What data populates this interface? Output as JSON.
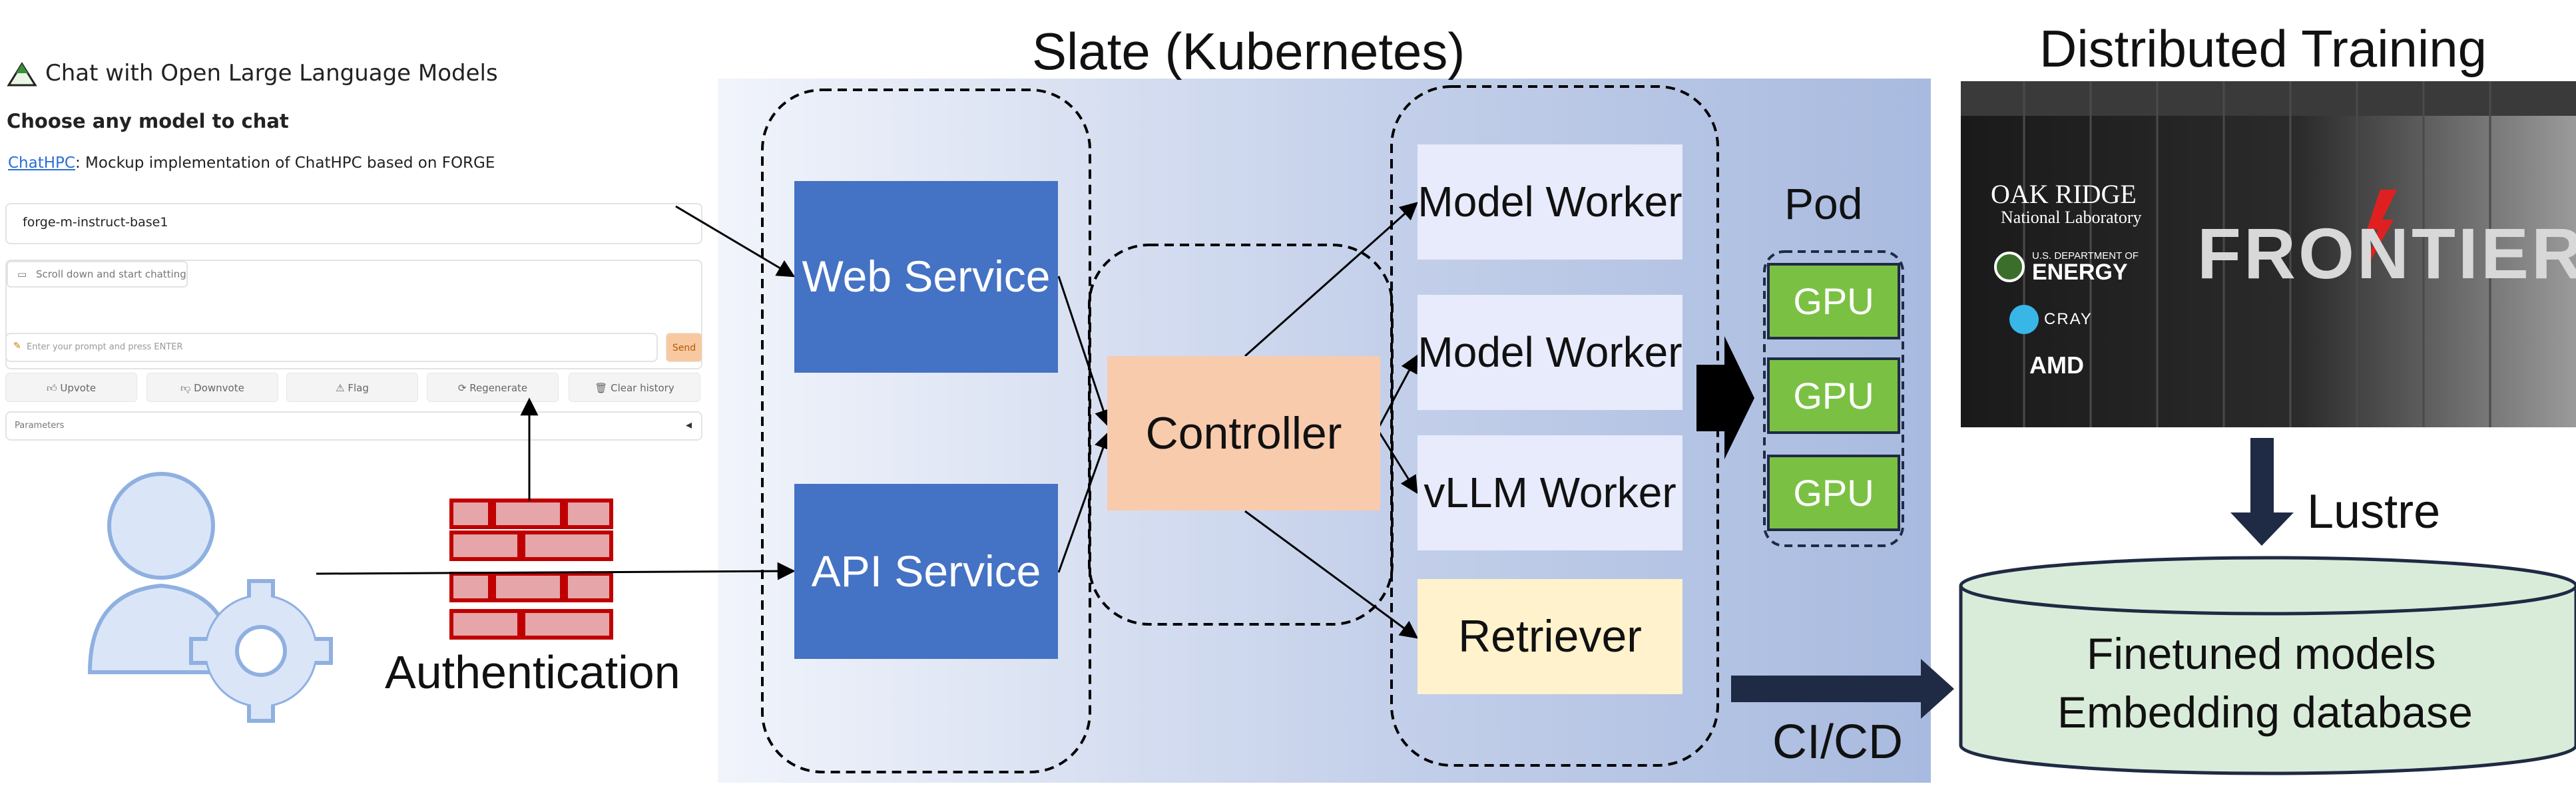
{
  "chat_ui": {
    "title": "Chat with Open Large Language Models",
    "subtitle": "Choose any model to chat",
    "link_text": "ChatHPC",
    "link_desc": ": Mockup implementation of ChatHPC based on FORGE",
    "model_select": "forge-m-instruct-base1",
    "chat_tab": "Scroll down and start chatting",
    "prompt_placeholder": "Enter your prompt and press ENTER",
    "send_label": "Send",
    "buttons": [
      "Upvote",
      "Downvote",
      "Flag",
      "Regenerate",
      "Clear history"
    ],
    "parameters_label": "Parameters"
  },
  "authentication_label": "Authentication",
  "slate": {
    "title": "Slate (Kubernetes)",
    "web_service": "Web Service",
    "api_service": "API Service",
    "controller": "Controller",
    "workers": [
      "Model Worker",
      "Model Worker",
      "vLLM Worker"
    ],
    "retriever": "Retriever",
    "pod_label": "Pod",
    "gpus": [
      "GPU",
      "GPU",
      "GPU"
    ],
    "cicd_label": "CI/CD"
  },
  "training": {
    "title": "Distributed Training",
    "lab_line1": "OAK RIDGE",
    "lab_line2": "National Laboratory",
    "doe_line1": "U.S. DEPARTMENT OF",
    "doe_line2": "ENERGY",
    "cray": "CRAY",
    "amd": "AMD",
    "frontier": "FRONTIER"
  },
  "storage": {
    "lustre_label": "Lustre",
    "line1": "Finetuned models",
    "line2": "Embedding database"
  },
  "colors": {
    "service_blue": "#4472c4",
    "controller_peach": "#f8cbad",
    "retriever_yellow": "#fff2cc",
    "gpu_green": "#7ac143",
    "storage_green": "#d9ecd9",
    "firewall_red": "#c00000"
  }
}
